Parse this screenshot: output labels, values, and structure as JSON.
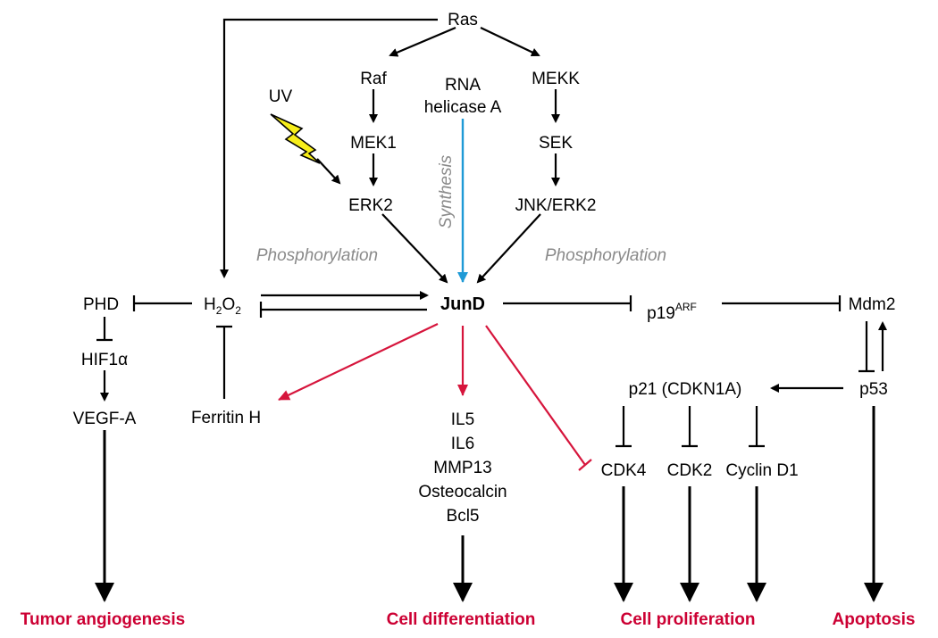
{
  "nodes": {
    "ras": "Ras",
    "raf": "Raf",
    "rna_helicase_line1": "RNA",
    "rna_helicase_line2": "helicase A",
    "mekk": "MEKK",
    "uv": "UV",
    "mek1": "MEK1",
    "sek": "SEK",
    "erk2": "ERK2",
    "jnk_erk2": "JNK/ERK2",
    "junD": "JunD",
    "phd": "PHD",
    "h2o2_h": "H",
    "h2o2_sub1": "2",
    "h2o2_o": "O",
    "h2o2_sub2": "2",
    "p19_base": "p19",
    "p19_sup": "ARF",
    "mdm2": "Mdm2",
    "hif1a": "HIF1α",
    "p21": "p21 (CDKN1A)",
    "p53": "p53",
    "vegfa": "VEGF-A",
    "ferritin": "Ferritin H",
    "il5": "IL5",
    "il6": "IL6",
    "mmp13": "MMP13",
    "osteocalcin": "Osteocalcin",
    "bcl5": "Bcl5",
    "cdk4": "CDK4",
    "cdk2": "CDK2",
    "cyclin_d1": "Cyclin D1"
  },
  "process_labels": {
    "synthesis": "Synthesis",
    "phosphorylation_left": "Phosphorylation",
    "phosphorylation_right": "Phosphorylation"
  },
  "outcomes": {
    "tumor_angiogenesis": "Tumor angiogenesis",
    "cell_differentiation": "Cell differentiation",
    "cell_proliferation": "Cell proliferation",
    "apoptosis": "Apoptosis"
  },
  "colors": {
    "activation": "#000000",
    "junD_effect": "#d6153c",
    "synthesis": "#1f9ad6",
    "outcome_text": "#cc0033",
    "process_text": "#8a8a8a",
    "uv_bolt": "#f7ee1b"
  }
}
